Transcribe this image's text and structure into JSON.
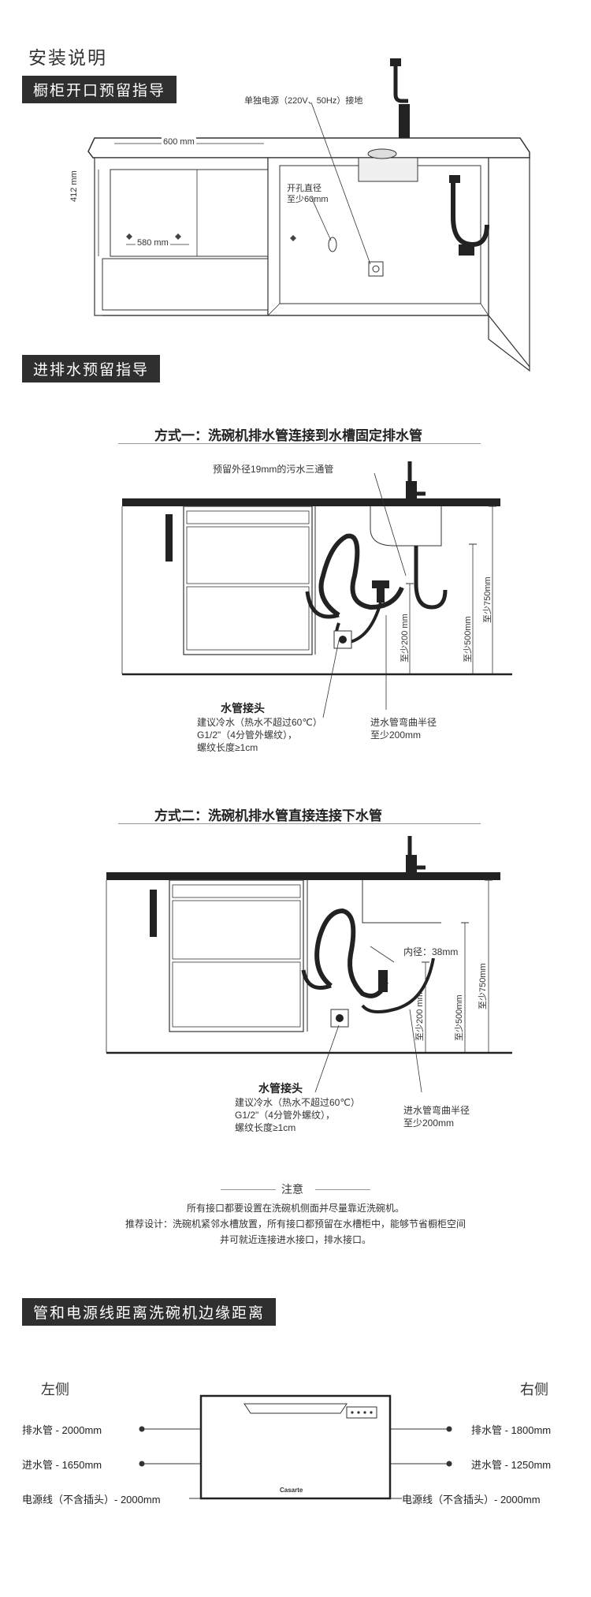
{
  "page_title": "安装说明",
  "section1": {
    "label": "橱柜开口预留指导",
    "power_label": "单独电源（220V、50Hz）接地",
    "width_label": "600 mm",
    "height_label": "412 mm",
    "depth_label": "580 mm",
    "hole_line1": "开孔直径",
    "hole_line2": "至少60mm"
  },
  "section2": {
    "label": "进排水预留指导",
    "method1": {
      "title": "方式一：洗碗机排水管连接到水槽固定排水管",
      "tee_label": "预留外径19mm的污水三通管",
      "dim_200": "至少200 mm",
      "dim_500": "至少500mm",
      "dim_750": "至少750mm",
      "callout_left_title": "水管接头",
      "callout_left_lines": [
        "建议冷水（热水不超过60℃）",
        "G1/2\"（4分管外螺纹），",
        "螺纹长度≥1cm"
      ],
      "callout_right_lines": [
        "进水管弯曲半径",
        "至少200mm"
      ]
    },
    "method2": {
      "title": "方式二：洗碗机排水管直接连接下水管",
      "inner_dia": "内径：38mm",
      "dim_200": "至少200 mm",
      "dim_500": "至少500mm",
      "dim_750": "至少750mm",
      "callout_left_title": "水管接头",
      "callout_left_lines": [
        "建议冷水（热水不超过60℃）",
        "G1/2\"（4分管外螺纹），",
        "螺纹长度≥1cm"
      ],
      "callout_right_lines": [
        "进水管弯曲半径",
        "至少200mm"
      ]
    },
    "note": {
      "title": "注意",
      "line1": "所有接口都要设置在洗碗机侧面并尽量靠近洗碗机。",
      "line2": "推荐设计：洗碗机紧邻水槽放置，所有接口都预留在水槽柜中，能够节省橱柜空间",
      "line3": "并可就近连接进水接口，排水接口。"
    }
  },
  "section3": {
    "label": "管和电源线距离洗碗机边缘距离",
    "left_title": "左侧",
    "right_title": "右侧",
    "left_items": [
      "排水管 - 2000mm",
      "进水管 - 1650mm",
      "电源线（不含插头）- 2000mm"
    ],
    "right_items": [
      "排水管 - 1800mm",
      "进水管 - 1250mm",
      "电源线（不含插头）- 2000mm"
    ],
    "brand": "Casarte"
  },
  "colors": {
    "label_bg": "#2f2f2f",
    "line": "#333333",
    "counter": "#222222"
  }
}
